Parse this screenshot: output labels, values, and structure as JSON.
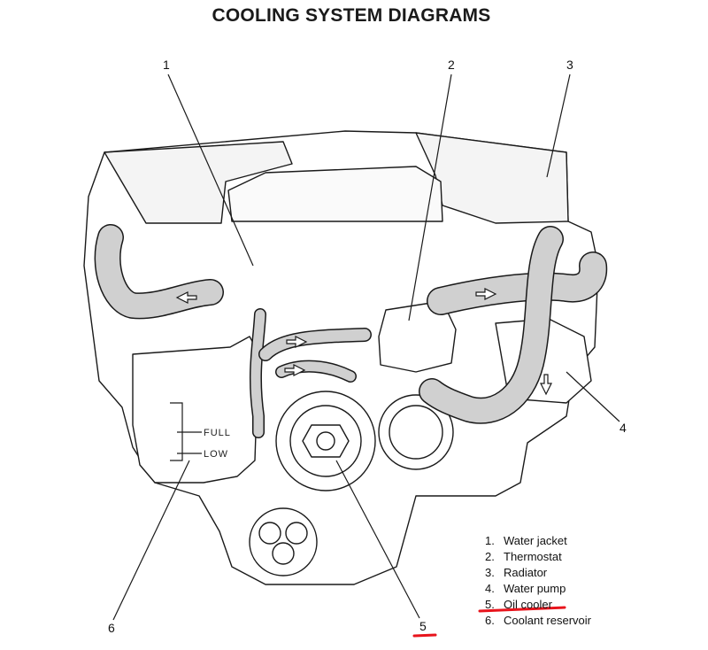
{
  "title": "COOLING SYSTEM DIAGRAMS",
  "callouts": [
    "1",
    "2",
    "3",
    "4",
    "5",
    "6"
  ],
  "legend": [
    {
      "num": "1.",
      "label": "Water jacket"
    },
    {
      "num": "2.",
      "label": "Thermostat"
    },
    {
      "num": "3.",
      "label": "Radiator"
    },
    {
      "num": "4.",
      "label": "Water pump"
    },
    {
      "num": "5.",
      "label": "Oil cooler"
    },
    {
      "num": "6.",
      "label": "Coolant reservoir"
    }
  ],
  "reservoir": {
    "full_label": "FULL",
    "low_label": "LOW"
  },
  "highlight": {
    "item": "5",
    "color": "#e8141c"
  },
  "colors": {
    "line": "#1a1a1a",
    "hose": "#cfcfcf",
    "body": "#ffffff"
  }
}
